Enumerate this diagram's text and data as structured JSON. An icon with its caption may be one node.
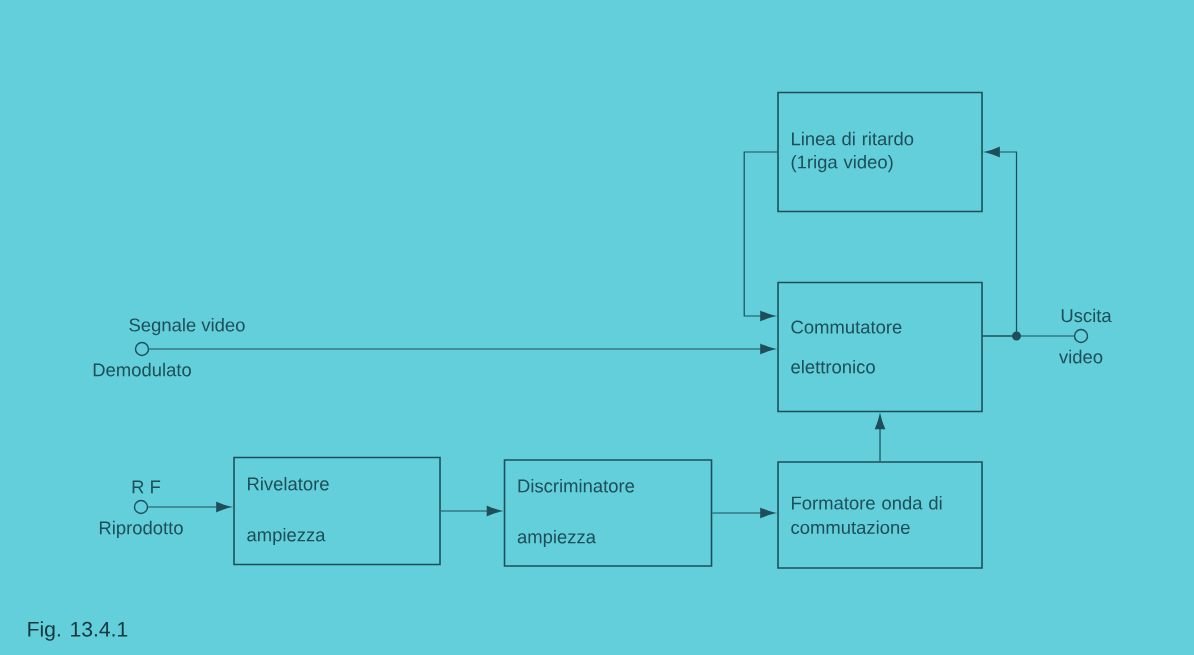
{
  "diagram": {
    "caption": "Fig. 13.4.1",
    "nodes": [
      {
        "text": [
          "Linea di ritardo (1riga video)"
        ]
      },
      {
        "text": [
          "Commutatore elettronico"
        ]
      },
      {
        "text": [
          "Segnale video",
          "Demodulato"
        ]
      },
      {
        "text": [
          "Uscita",
          "video"
        ]
      },
      {
        "text": [
          "R F",
          "Riprodotto"
        ]
      },
      {
        "text": [
          "Rivelatore ampiezza"
        ]
      },
      {
        "text": [
          "Discriminatore ampiezza"
        ]
      },
      {
        "text": [
          "Formatore onda di commutazione"
        ]
      }
    ],
    "edges": [
      {
        "from": 0,
        "to": 1,
        "arrow": "to"
      },
      {
        "from": 2,
        "to": 1,
        "arrow": "to"
      },
      {
        "from": 1,
        "to": 3,
        "arrow": "none"
      },
      {
        "from": 1,
        "to": 0,
        "arrow": "to"
      },
      {
        "from": 4,
        "to": 5,
        "arrow": "to"
      },
      {
        "from": 5,
        "to": 6,
        "arrow": "to"
      },
      {
        "from": 6,
        "to": 7,
        "arrow": "to"
      },
      {
        "from": 7,
        "to": 1,
        "arrow": "to"
      }
    ]
  }
}
